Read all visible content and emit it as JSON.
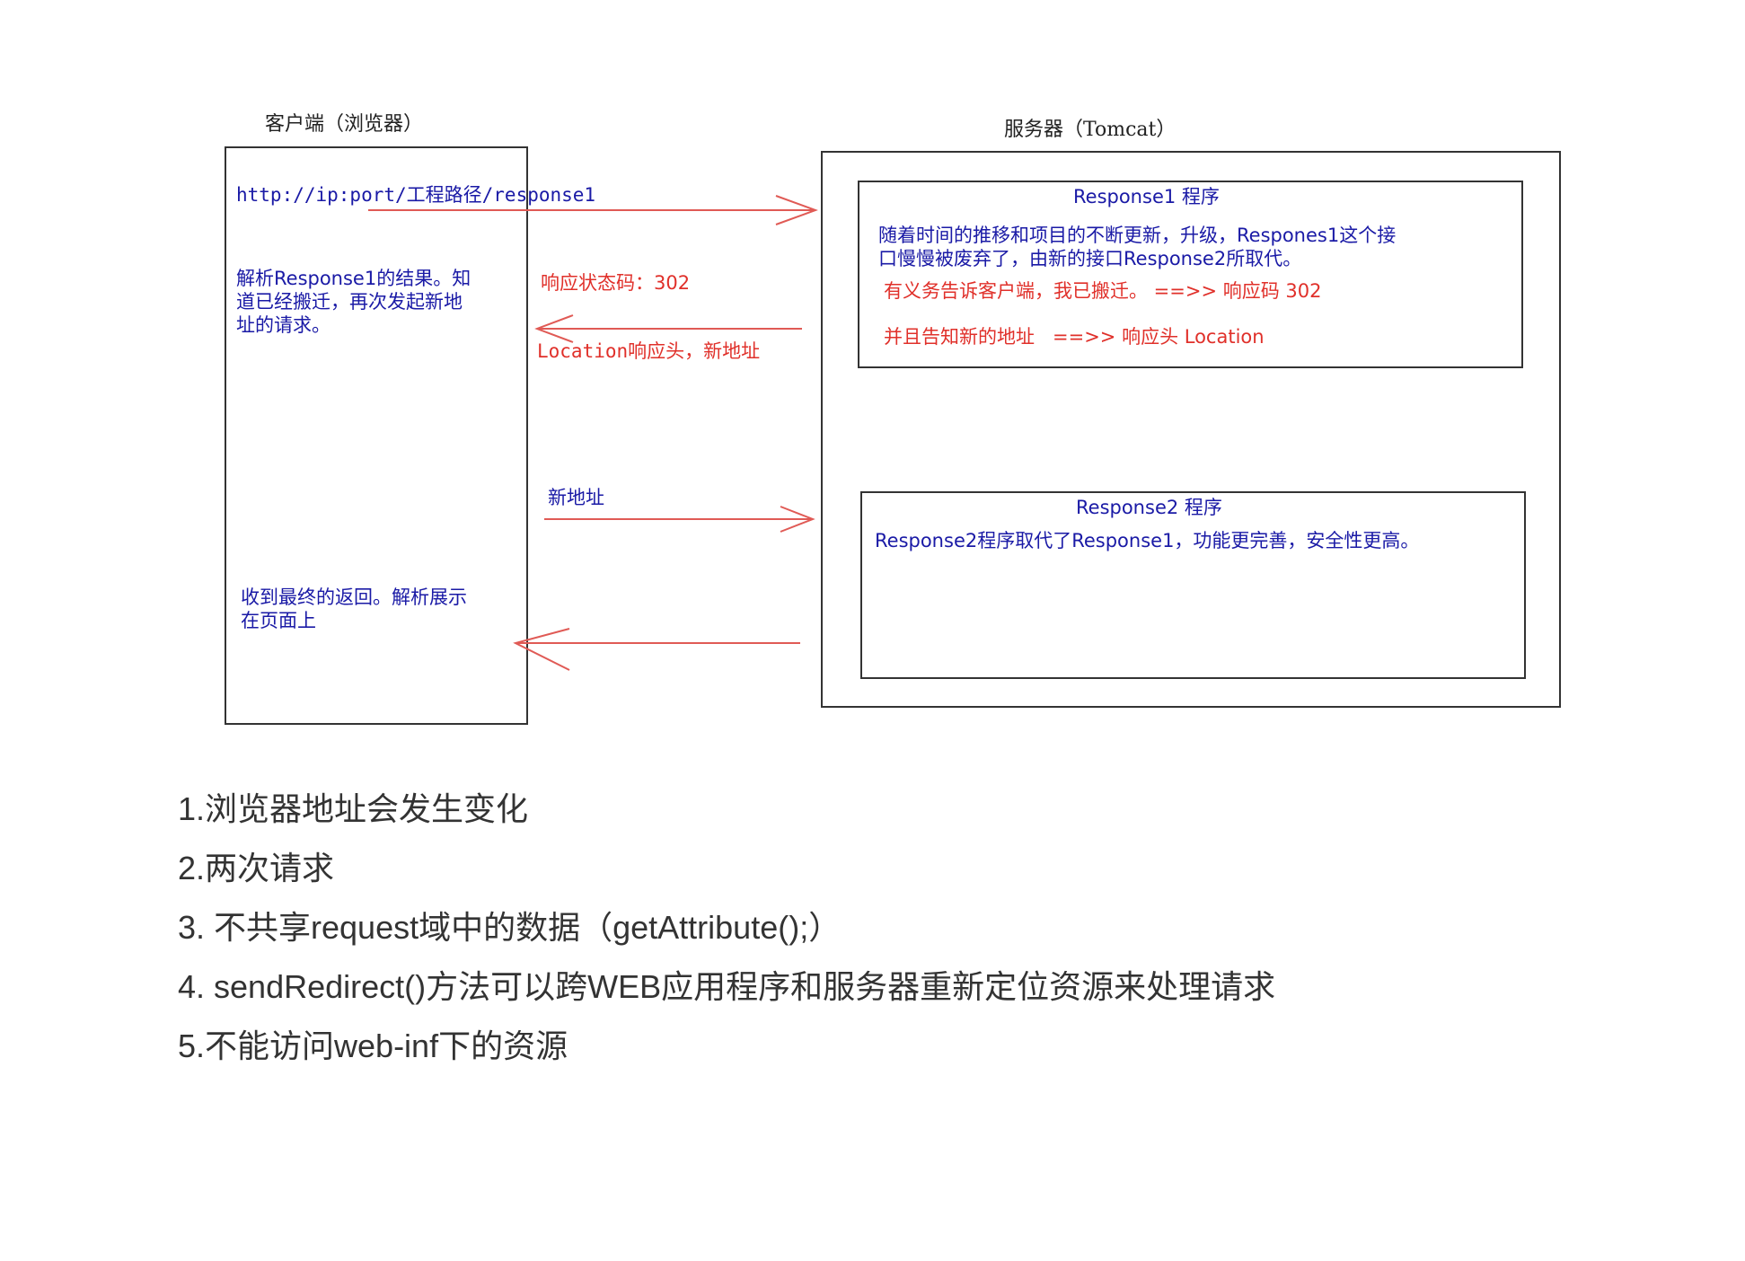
{
  "client": {
    "title": "客户端（浏览器）",
    "url": "http://ip:port/工程路径/response1",
    "parse_note": [
      "解析Response1的结果。知",
      "道已经搬迁，再次发起新地",
      "址的请求。"
    ],
    "final_note": [
      "收到最终的返回。解析展示",
      "在页面上"
    ]
  },
  "server": {
    "title": "服务器（Tomcat）",
    "response1": {
      "title": "Response1 程序",
      "desc_lines": [
        "随着时间的推移和项目的不断更新，升级，Respones1这个接",
        "口慢慢被废弃了，由新的接口Response2所取代。"
      ],
      "line1": "有义务告诉客户端，我已搬迁。 ==>> 响应码 302",
      "line2": "并且告知新的地址   ==>> 响应头 Location"
    },
    "response2": {
      "title": "Response2 程序",
      "desc": "Response2程序取代了Response1，功能更完善，安全性更高。"
    }
  },
  "arrows": {
    "status_label": "响应状态码：302",
    "location_label": "Location响应头，新地址",
    "new_address_label": "新地址"
  },
  "colors": {
    "blue_text": "#1a1aa6",
    "red_text": "#e0302a",
    "arrow": "#e05a55",
    "border": "#333333"
  },
  "points": [
    "1.浏览器地址会发生变化",
    "2.两次请求",
    "3. 不共享request域中的数据（getAttribute();）",
    "4. sendRedirect()方法可以跨WEB应用程序和服务器重新定位资源来处理请求",
    "5.不能访问web-inf下的资源"
  ]
}
